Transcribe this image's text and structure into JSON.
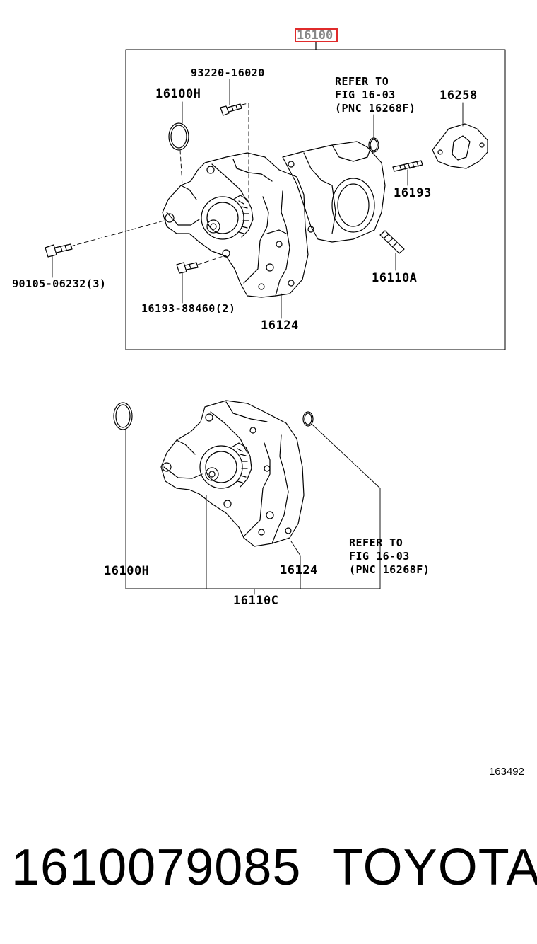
{
  "header_part": "16100",
  "figure_id": "163492",
  "part_number": "1610079085",
  "brand": "TOYOTA",
  "labels": {
    "p93220": "93220-16020",
    "p16100h_top": "16100H",
    "refer_top": [
      "REFER TO",
      "FIG 16-03",
      "(PNC 16268F)"
    ],
    "p16258": "16258",
    "p16193": "16193",
    "p16110a": "16110A",
    "p90105": "90105-06232(3)",
    "p16193b": "16193-88460(2)",
    "p16124_top": "16124",
    "p16100h_bot": "16100H",
    "p16124_bot": "16124",
    "refer_bot": [
      "REFER TO",
      "FIG 16-03",
      "(PNC 16268F)"
    ],
    "p16110c": "16110C"
  }
}
